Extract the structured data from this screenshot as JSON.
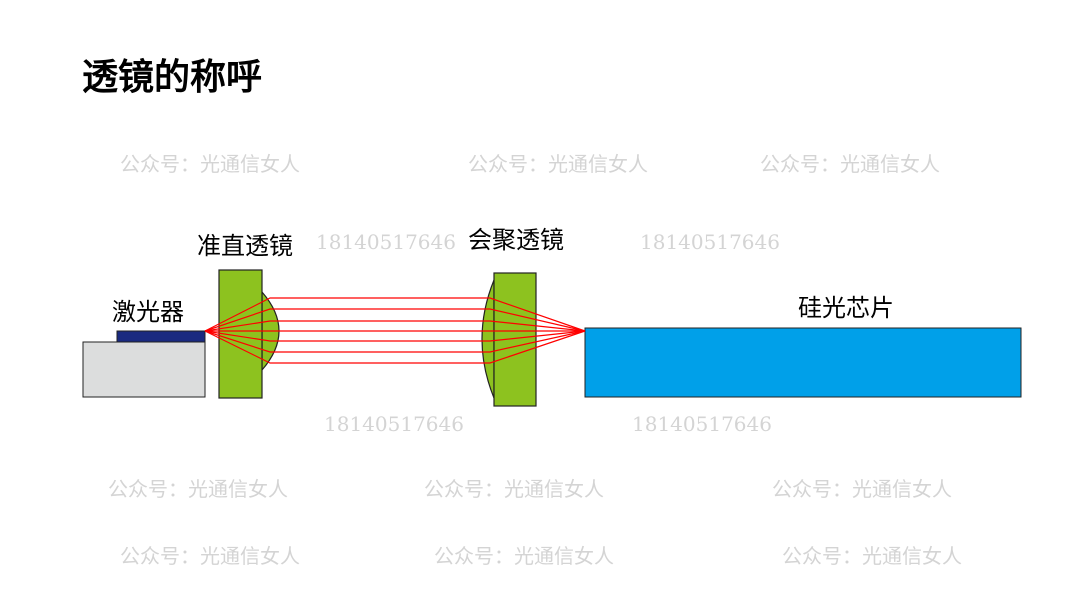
{
  "title": "透镜的称呼",
  "labels": {
    "collimating_lens": "准直透镜",
    "focusing_lens": "会聚透镜",
    "laser": "激光器",
    "chip": "硅光芯片"
  },
  "watermarks": {
    "account": "公众号：光通信女人",
    "phone": "18140517646"
  },
  "colors": {
    "lens": "#8dc21f",
    "chip": "#00a0e9",
    "laser_chip": "#1a2a80",
    "laser_base": "#dcdddd",
    "ray": "#ff0000"
  }
}
